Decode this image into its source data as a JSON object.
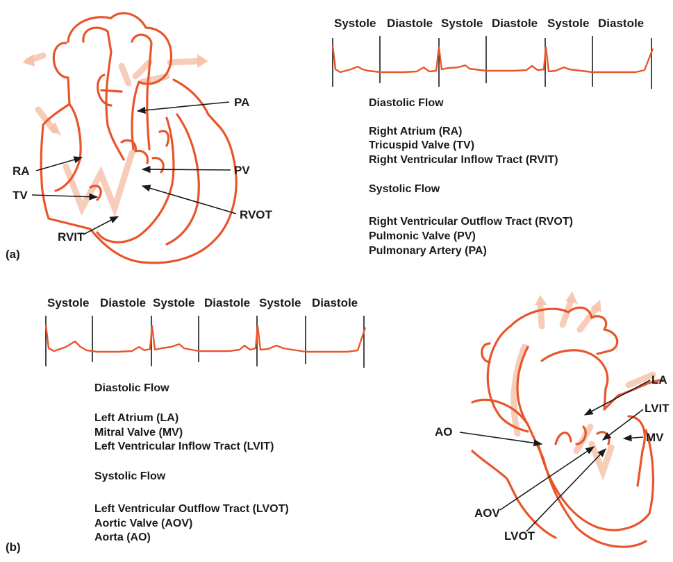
{
  "panel_a": {
    "tag": "(a)",
    "phases": [
      "Systole",
      "Diastole",
      "Systole",
      "Diastole",
      "Systole",
      "Diastole"
    ],
    "labels": {
      "pa": "PA",
      "pv": "PV",
      "rvot": "RVOT",
      "ra": "RA",
      "tv": "TV",
      "rvit": "RVIT"
    },
    "diastolic_title": "Diastolic Flow",
    "diastolic_items": [
      "Right Atrium (RA)",
      "Tricuspid Valve (TV)",
      "Right Ventricular Inflow Tract (RVIT)"
    ],
    "systolic_title": "Systolic Flow",
    "systolic_items": [
      "Right Ventricular Outflow Tract (RVOT)",
      "Pulmonic Valve (PV)",
      "Pulmonary Artery (PA)"
    ]
  },
  "panel_b": {
    "tag": "(b)",
    "phases": [
      "Systole",
      "Diastole",
      "Systole",
      "Diastole",
      "Systole",
      "Diastole"
    ],
    "labels": {
      "la": "LA",
      "lvit": "LVIT",
      "mv": "MV",
      "ao": "AO",
      "aov": "AOV",
      "lvot": "LVOT"
    },
    "diastolic_title": "Diastolic Flow",
    "diastolic_items": [
      "Left Atrium (LA)",
      "Mitral Valve (MV)",
      "Left Ventricular Inflow Tract (LVIT)"
    ],
    "systolic_title": "Systolic Flow",
    "systolic_items": [
      "Left Ventricular Outflow Tract (LVOT)",
      "Aortic Valve (AOV)",
      "Aorta (AO)"
    ]
  },
  "colors": {
    "heart": "#e8552a",
    "flow": "#f6bfa8",
    "ink": "#1a1a1a"
  }
}
